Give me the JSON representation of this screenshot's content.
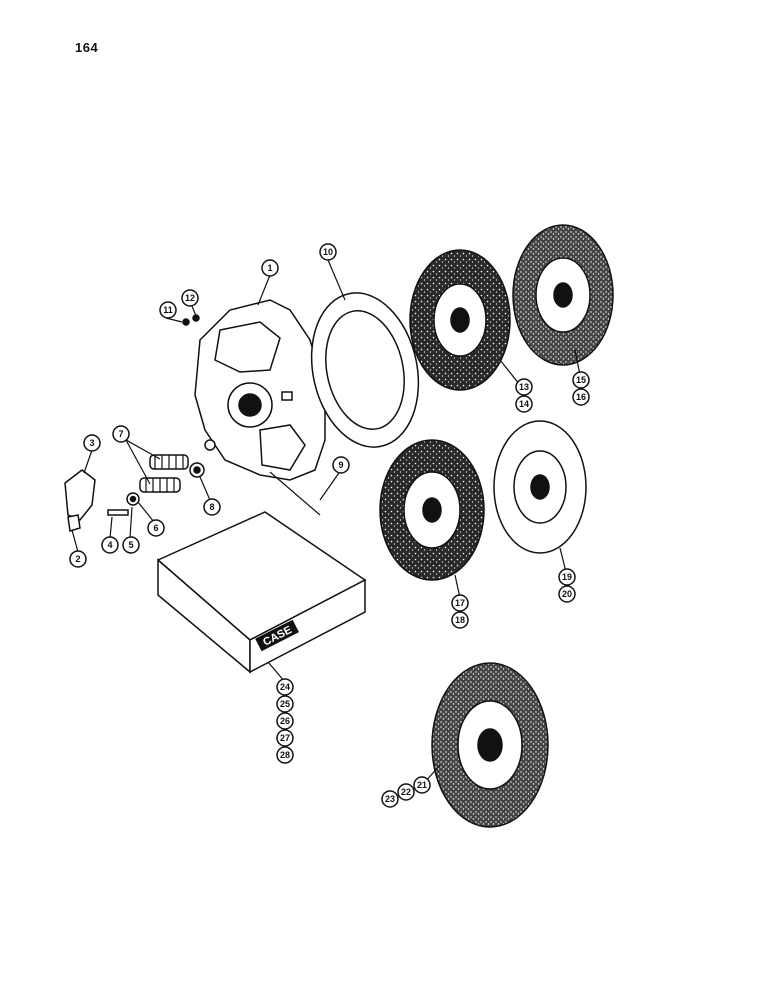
{
  "page_number": "164",
  "callouts": {
    "c1": "1",
    "c2": "2",
    "c3": "3",
    "c4": "4",
    "c5": "5",
    "c6": "6",
    "c7": "7",
    "c8": "8",
    "c9": "9",
    "c10": "10",
    "c11": "11",
    "c12": "12",
    "c13": "13",
    "c14": "14",
    "c15": "15",
    "c16": "16",
    "c17": "17",
    "c18": "18",
    "c19": "19",
    "c20": "20",
    "c21": "21",
    "c22": "22",
    "c23": "23",
    "c24": "24",
    "c25": "25",
    "c26": "26",
    "c27": "27",
    "c28": "28"
  },
  "box_label": "CASE",
  "colors": {
    "ink": "#111111",
    "paper": "#ffffff",
    "lining": "#2a2a2a"
  }
}
